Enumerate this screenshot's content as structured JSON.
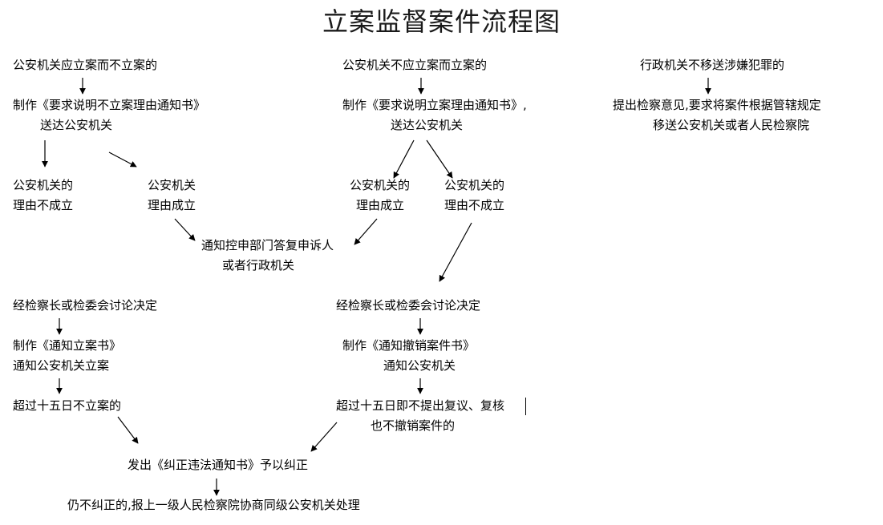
{
  "title": "立案监督案件流程图",
  "col1": {
    "start": "公安机关应立案而不立案的",
    "notice": [
      "制作《要求说明不立案理由通知书》",
      "送达公安机关"
    ],
    "reason_invalid": [
      "公安机关的",
      "理由不成立"
    ],
    "reason_valid": [
      "公安机关",
      "理由成立"
    ],
    "decision": "经检察长或检委会讨论决定",
    "make_notice": [
      "制作《通知立案书》",
      "通知公安机关立案"
    ],
    "overdue": "超过十五日不立案的"
  },
  "col2": {
    "start": "公安机关不应立案而立案的",
    "notice": [
      "制作《要求说明立案理由通知书》,",
      "送达公安机关"
    ],
    "reason_valid": [
      "公安机关的",
      "理由成立"
    ],
    "reason_invalid": [
      "公安机关的",
      "理由不成立"
    ],
    "decision": "经检察长或检委会讨论决定",
    "make_notice": [
      "制作《通知撤销案件书》",
      "通知公安机关"
    ],
    "overdue": [
      "超过十五日即不提出复议、复核",
      "也不撤销案件的"
    ]
  },
  "col3": {
    "start": "行政机关不移送涉嫌犯罪的",
    "opinion": [
      "提出检察意见,要求将案件根据管辖规定",
      "移送公安机关或者人民检察院"
    ]
  },
  "reply": [
    "通知控申部门答复申诉人",
    "或者行政机关"
  ],
  "correct": "发出《纠正违法通知书》予以纠正",
  "final": "仍不纠正的,报上一级人民检察院协商同级公安机关处理"
}
